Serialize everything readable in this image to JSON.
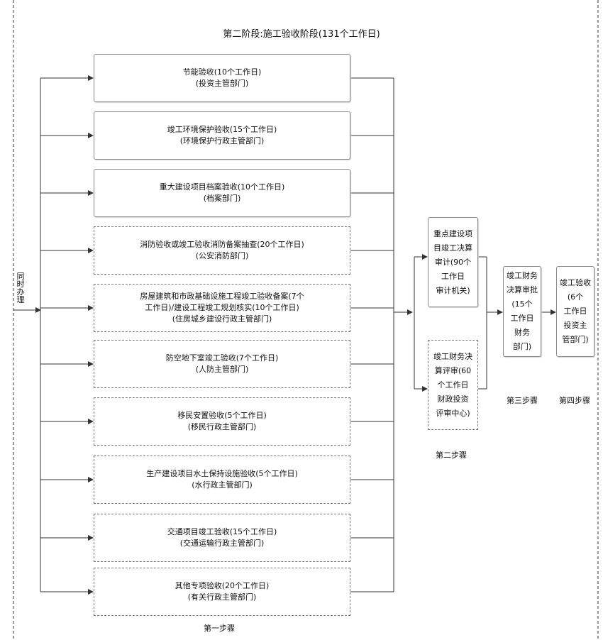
{
  "title": "第二阶段:施工验收阶段(131个工作日)",
  "left_label": "同时办理",
  "step_labels": {
    "step1": "第一步骤",
    "step2": "第二步骤",
    "step3": "第三步骤",
    "step4": "第四步骤"
  },
  "step1_boxes": [
    {
      "line1": "节能验收(10个工作日)",
      "line2": "(投资主管部门)"
    },
    {
      "line1": "竣工环境保护验收(15个工作日)",
      "line2": "(环境保护行政主管部门)"
    },
    {
      "line1": "重大建设项目档案验收(10个工作日)",
      "line2": "(档案部门)"
    },
    {
      "line1": "消防验收或竣工验收消防备案抽查(20个工作日)",
      "line2": "(公安消防部门)"
    },
    {
      "line1": "房屋建筑和市政基础设施工程竣工验收备案(7个",
      "line2": "工作日)/建设工程竣工规划核实(10个工作日)",
      "line3": "(住房城乡建设行政主管部门)"
    },
    {
      "line1": "防空地下室竣工验收(7个工作日)",
      "line2": "(人防主管部门)"
    },
    {
      "line1": "移民安置验收(5个工作日)",
      "line2": "(移民行政主管部门)"
    },
    {
      "line1": "生产建设项目水土保持设施验收(5个工作日)",
      "line2": "(水行政主管部门)"
    },
    {
      "line1": "交通项目竣工验收(15个工作日)",
      "line2": "(交通运输行政主管部门)"
    },
    {
      "line1": "其他专项验收(20个工作日)",
      "line2": "(有关行政主管部门)"
    }
  ],
  "step2_boxes": [
    {
      "lines": [
        "重点建设项",
        "目竣工决算",
        "审计(90个",
        "工作日",
        "审计机关)"
      ]
    },
    {
      "lines": [
        "竣工财务决",
        "算评审(60",
        "个工作日",
        "财政投资",
        "评审中心)"
      ]
    }
  ],
  "step3_box": {
    "lines": [
      "竣工财务",
      "决算审批",
      "(15个",
      "工作日",
      "财务",
      "部门)"
    ]
  },
  "step4_box": {
    "lines": [
      "竣工验收",
      "(6个",
      "工作日",
      "投资主",
      "管部门)"
    ]
  }
}
